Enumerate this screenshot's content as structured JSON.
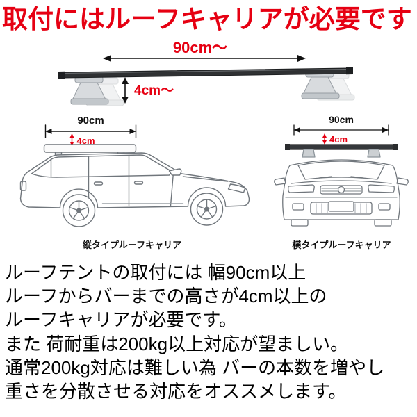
{
  "title": "取付にはルーフキャリアが必要です",
  "colors": {
    "accent_red": "#e60012",
    "text_black": "#000000",
    "line_gray": "#70767c"
  },
  "bar_diagram": {
    "width_label": "90cm〜",
    "height_label": "4cm〜"
  },
  "cars": {
    "side_view": {
      "width_label": "90cm",
      "height_label": "4cm",
      "caption": "縦タイプルーフキャリア"
    },
    "front_view": {
      "width_label": "90cm",
      "height_label": "4cm",
      "caption": "横タイプルーフキャリア"
    }
  },
  "description": {
    "lines": [
      "ルーフテントの取付には 幅90cm以上",
      "ルーフからバーまでの高さが4cm以上の",
      "ルーフキャリアが必要です。",
      "また 荷耐重は200kg以上対応が望ましい。",
      "通常200kg対応は難しい為 バーの本数を増やし",
      "重さを分散させる対応をオススメします。"
    ]
  }
}
